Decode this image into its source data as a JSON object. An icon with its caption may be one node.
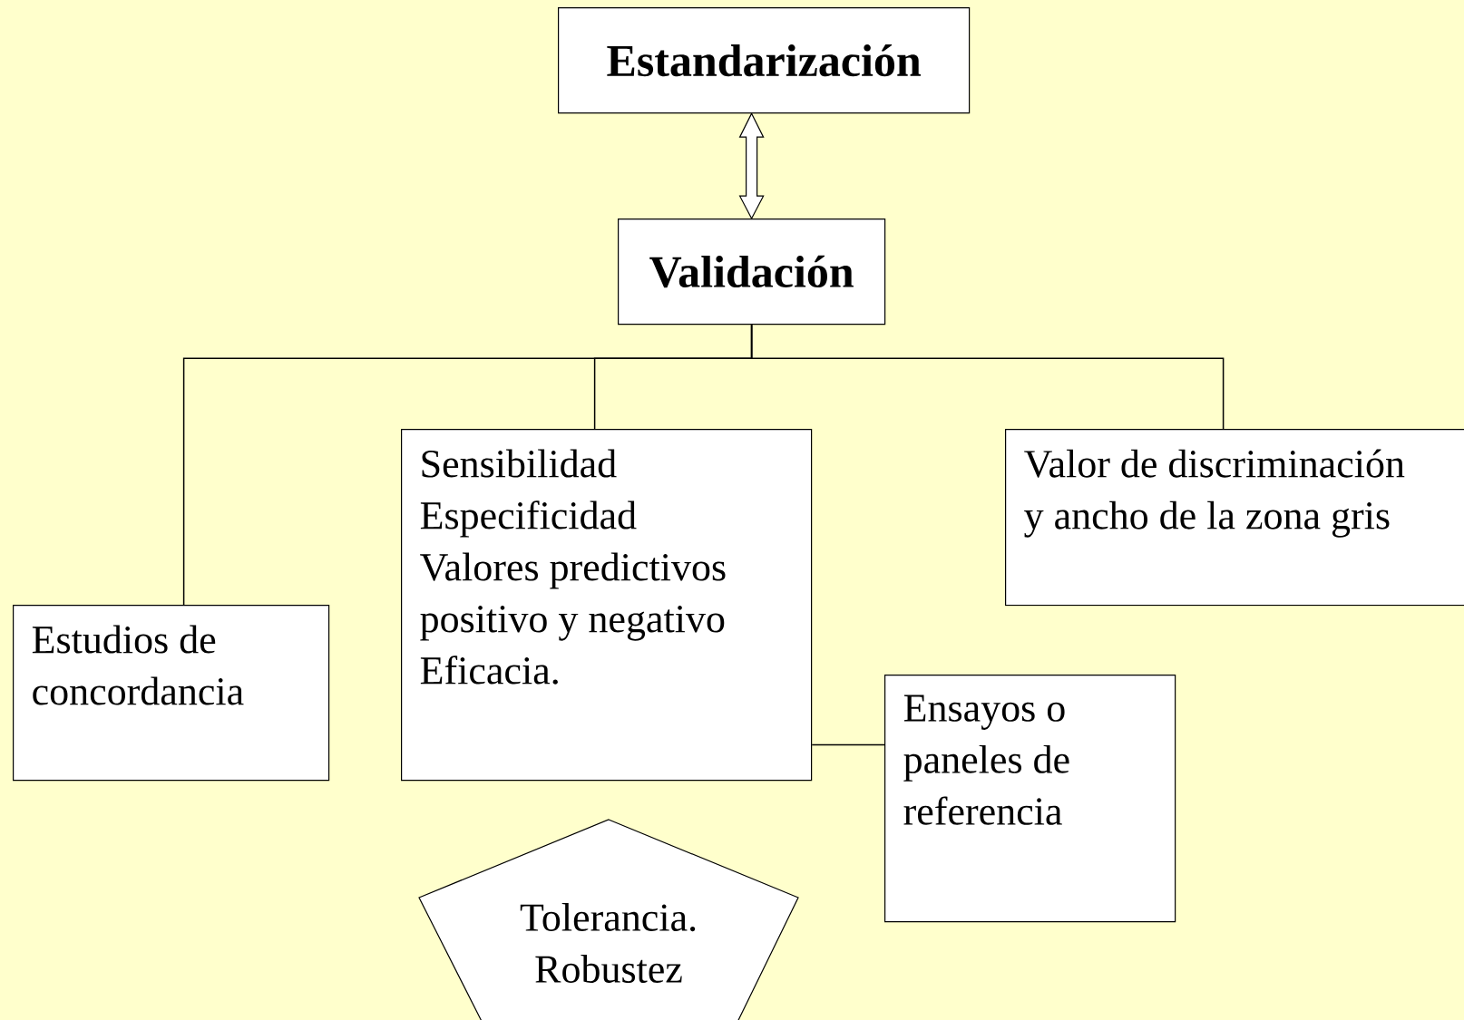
{
  "diagram": {
    "nodes": [
      {
        "text": [
          "Estandarización"
        ]
      },
      {
        "text": [
          "Validación"
        ]
      },
      {
        "text": [
          "Estudios de concordancia"
        ]
      },
      {
        "text": [
          "Sensibilidad",
          "Especificidad",
          "Valores predictivos positivo y negativo",
          "Eficacia."
        ]
      },
      {
        "text": [
          "Valor de discriminación y ancho de la zona gris"
        ]
      },
      {
        "text": [
          "Ensayos o paneles de referencia"
        ]
      },
      {
        "text": [
          "Tolerancia. Robustez"
        ]
      }
    ],
    "edges": [
      {
        "from": 0,
        "to": 1,
        "arrow": "both"
      },
      {
        "from": 1,
        "to": 2,
        "arrow": "none"
      },
      {
        "from": 1,
        "to": 3,
        "arrow": "none"
      },
      {
        "from": 1,
        "to": 4,
        "arrow": "none"
      },
      {
        "from": 3,
        "to": 5,
        "arrow": "none"
      }
    ]
  }
}
